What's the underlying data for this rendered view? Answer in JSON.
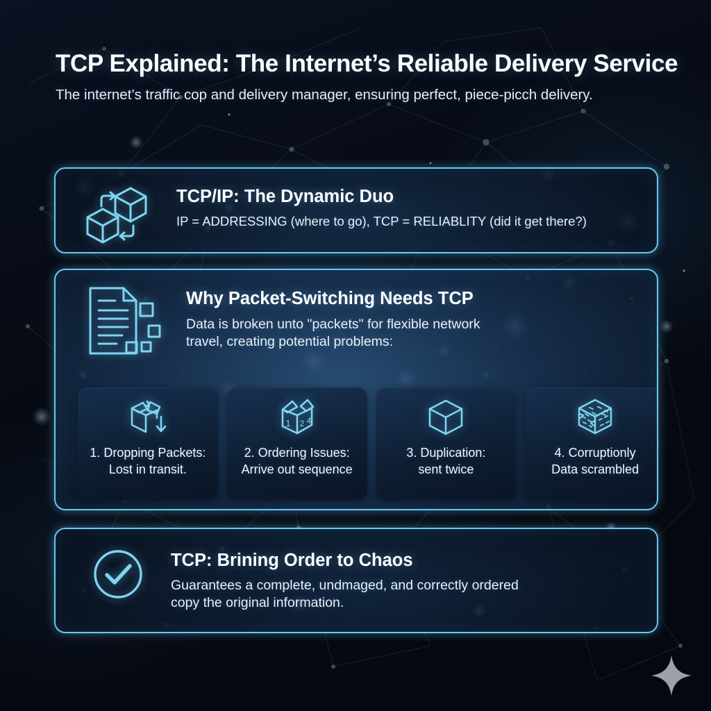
{
  "header": {
    "title": "TCP Explained: The Internet’s Reliable Delivery Service",
    "subtitle": "The internet’s traffic cop and delivery manager, ensuring perfect, piece-picch delivery."
  },
  "colors": {
    "background": "#070c15",
    "card_border": "#69c9ef",
    "icon_stroke": "#7fd4f2",
    "title_text": "#ffffff",
    "body_text": "#e9f0f7",
    "subcard_fill": "#17304f",
    "sparkle": "#9aa1ab"
  },
  "cards": [
    {
      "id": "duo",
      "icon": "two-boxes-exchange-icon",
      "title": "TCP/IP: The Dynamic Duo",
      "subtitle": "IP = ADDRESSING (where to go), TCP = RELIABLITY (did it get there?)"
    },
    {
      "id": "why",
      "icon": "document-to-packets-icon",
      "title": "Why Packet-Switching Needs TCP",
      "subtitle_line1": "Data is broken unto \"packets\" for flexible network",
      "subtitle_line2": "travel, creating potential problems:"
    },
    {
      "id": "order",
      "icon": "check-circle-icon",
      "title": "TCP: Brining Order to Chaos",
      "subtitle_line1": "Guarantees a complete, undmaged, and correctly ordered",
      "subtitle_line2": "copy the original information."
    }
  ],
  "problems": [
    {
      "icon": "broken-box-down-arrow-icon",
      "line1": "1. Dropping Packets:",
      "line2": "Lost in transit."
    },
    {
      "icon": "open-box-numbers-icon",
      "line1": "2. Ordering Issues:",
      "line2": "Arrive out sequence"
    },
    {
      "icon": "cube-icon",
      "line1": "3. Duplication:",
      "line2": "sent twice"
    },
    {
      "icon": "scrambled-cube-icon",
      "line1": "4. Corruptionly",
      "line2": "Data scrambled"
    }
  ],
  "decoration": {
    "sparkle": "four-point-star"
  }
}
